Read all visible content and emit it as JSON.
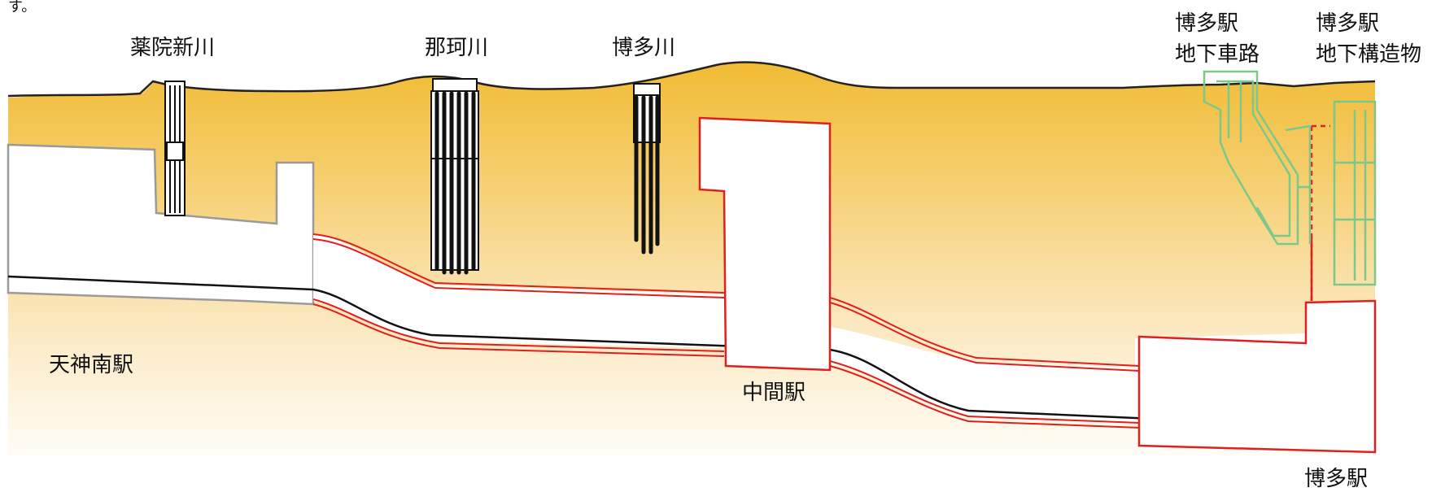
{
  "page_fragment": "す。",
  "labels": {
    "yakuin_shinkawa": "薬院新川",
    "naka_river": "那珂川",
    "hakata_river": "博多川",
    "hakata_road_line1": "博多駅",
    "hakata_road_line2": "地下車路",
    "hakata_struct_line1": "博多駅",
    "hakata_struct_line2": "地下構造物",
    "tenjin_minami": "天神南駅",
    "intermediate_station": "中間駅",
    "hakata_station": "博多駅"
  },
  "colors": {
    "ground_top": "#f1bd3e",
    "ground_bottom": "#fffdf6",
    "tunnel_outline": "#e0201e",
    "track_line": "#111111",
    "existing_structure": "#999999",
    "green_structure": "#7cc88a",
    "pile": "#111111"
  }
}
